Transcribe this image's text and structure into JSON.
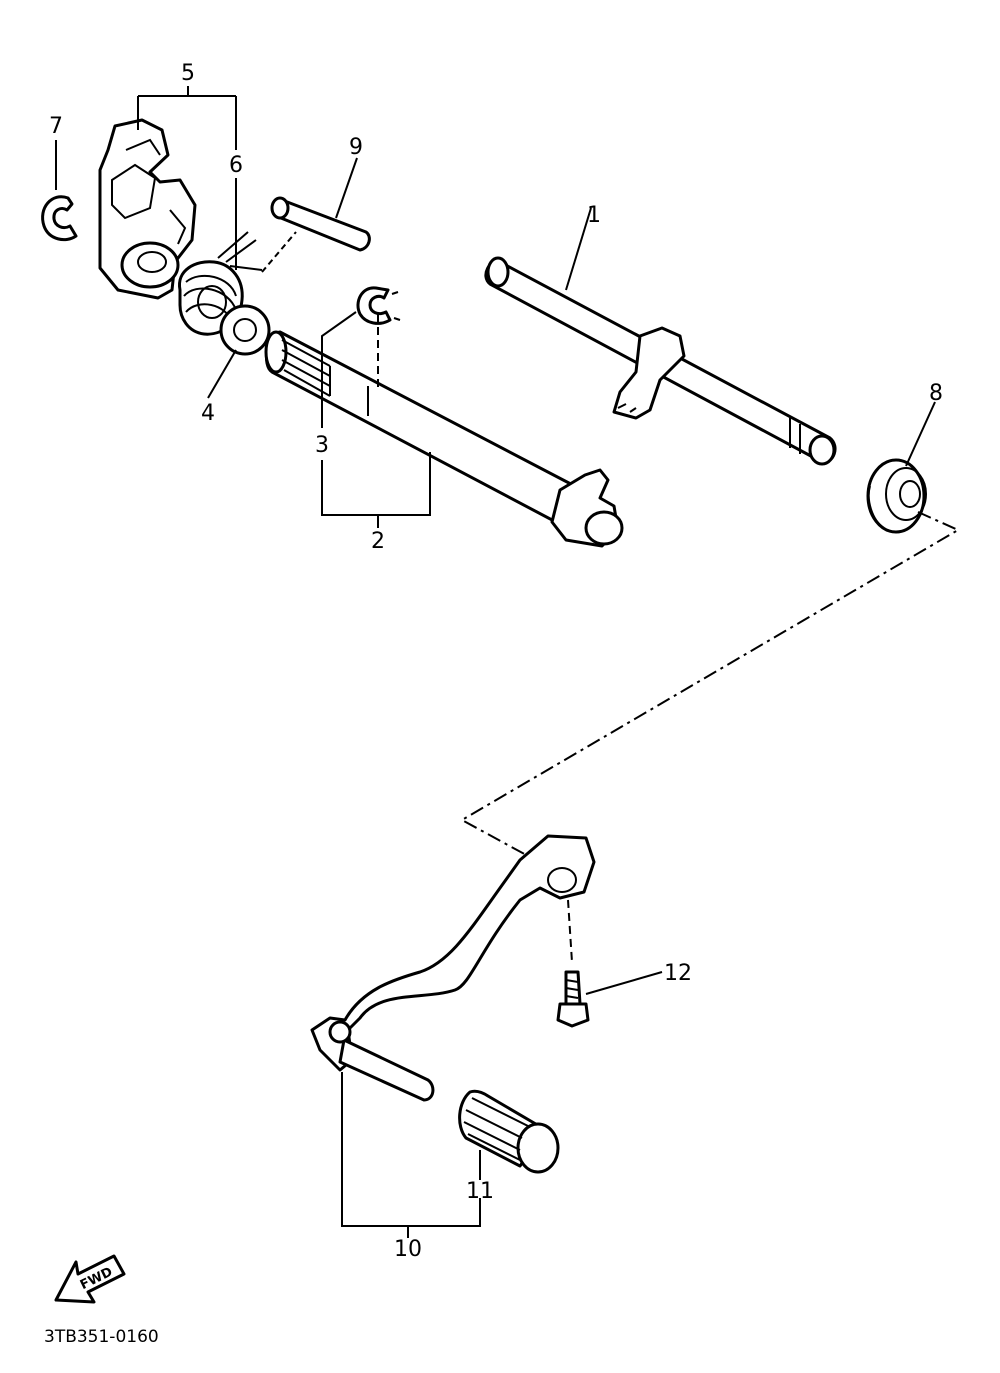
{
  "callouts": {
    "c1": "1",
    "c2": "2",
    "c3": "3",
    "c4": "4",
    "c5": "5",
    "c6": "6",
    "c7": "7",
    "c8": "8",
    "c9": "9",
    "c10": "10",
    "c11": "11",
    "c12": "12"
  },
  "direction_label": "FWD",
  "reference_code": "3TB351-0160",
  "icons": [
    "fwd-arrow-icon"
  ]
}
